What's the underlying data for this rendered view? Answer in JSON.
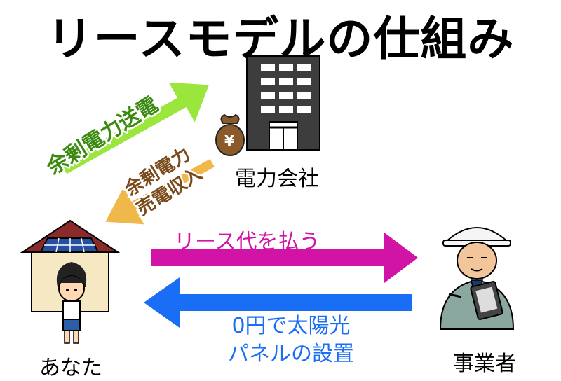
{
  "title": "リースモデルの仕組み",
  "labels": {
    "power_company": "電力会社",
    "you": "あなた",
    "business": "事業者",
    "surplus_transmission": "余剰電力送電",
    "surplus_sale_line1": "余剰電力",
    "surplus_sale_line2": "売電収入",
    "lease_fee": "リース代を払う",
    "install_line1": "0円で太陽光",
    "install_line2": "パネルの設置",
    "yen_symbol": "¥"
  },
  "colors": {
    "green_arrow": "#9ae63c",
    "orange_arrow": "#f0b84a",
    "magenta_arrow": "#d214a6",
    "blue_arrow": "#1a6ef5",
    "building": "#3d3d3d"
  }
}
